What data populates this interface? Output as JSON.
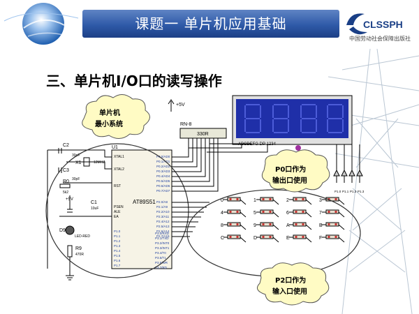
{
  "header": {
    "title": "课题一    单片机应用基础",
    "brand": "CLSSPH",
    "brand_sub": "中国劳动社会保障出版社"
  },
  "section_title": "三、单片机I/O口的读写操作",
  "callouts": {
    "min_system_line1": "单片机",
    "min_system_line2": "最小系统",
    "p0_line1": "P0口作为",
    "p0_line2": "输出口使用",
    "p2_line1": "P2口作为",
    "p2_line2": "输入口使用"
  },
  "schematic": {
    "power": "+5V",
    "power2": "+5V",
    "resnet": "RN-8",
    "resnet_value": "330R",
    "display_labels": "ABCDEFG  DP          1234",
    "mcu_ref": "U1",
    "mcu": "AT89S51",
    "c2": "C2",
    "c2v": "30pF",
    "x1": "X1",
    "x1v": "12MHZ",
    "c3": "C3",
    "c3v": "30pF",
    "r0": "R0",
    "r0v": "5k2",
    "c1": "C1",
    "c1v": "10uF",
    "d9": "D9",
    "d9v": "LED-RED",
    "r9": "R9",
    "r9v": "470R",
    "pin_xtal1": "XTAL1",
    "pin_xtal2": "XTAL2",
    "pin_rst": "RST",
    "pin_psen": "PSEN",
    "pin_ale": "ALE",
    "pin_ea": "EA",
    "p0_pins": [
      "P0.0/AD0",
      "P0.1/AD1",
      "P0.2/AD2",
      "P0.3/AD3",
      "P0.4/AD4",
      "P0.5/AD5",
      "P0.6/AD6",
      "P0.7/AD7"
    ],
    "p2_pins": [
      "P2.0/A8",
      "P2.1/A9",
      "P2.2/A10",
      "P2.3/A11",
      "P2.4/A12",
      "P2.5/A13",
      "P2.6/A14",
      "P2.7/A15"
    ],
    "p3_pins": [
      "P3.0/RXD",
      "P3.1/TXD",
      "P3.2/INT0",
      "P3.3/INT1",
      "P3.4/T0",
      "P3.5/T1",
      "P3.6/WR",
      "P3.7/RD"
    ],
    "p1_pins": [
      "P1.0",
      "P1.1",
      "P1.2",
      "P1.3",
      "P1.4",
      "P1.5",
      "P1.6",
      "P1.7"
    ],
    "keys": [
      "0",
      "1",
      "2",
      "3",
      "4",
      "5",
      "6",
      "7",
      "8",
      "9",
      "A",
      "B",
      "C",
      "D",
      "E",
      "F"
    ],
    "digit_labels": [
      "P1.0",
      "P1.1",
      "P1.2",
      "P1.3"
    ]
  },
  "colors": {
    "banner": "#2f5aa8",
    "display_bg": "#1f2fa8",
    "cloud_fill": "#fffbc4",
    "wire": "#000000",
    "key_fill": "#c83232",
    "pin_text": "#1f3f9f"
  }
}
